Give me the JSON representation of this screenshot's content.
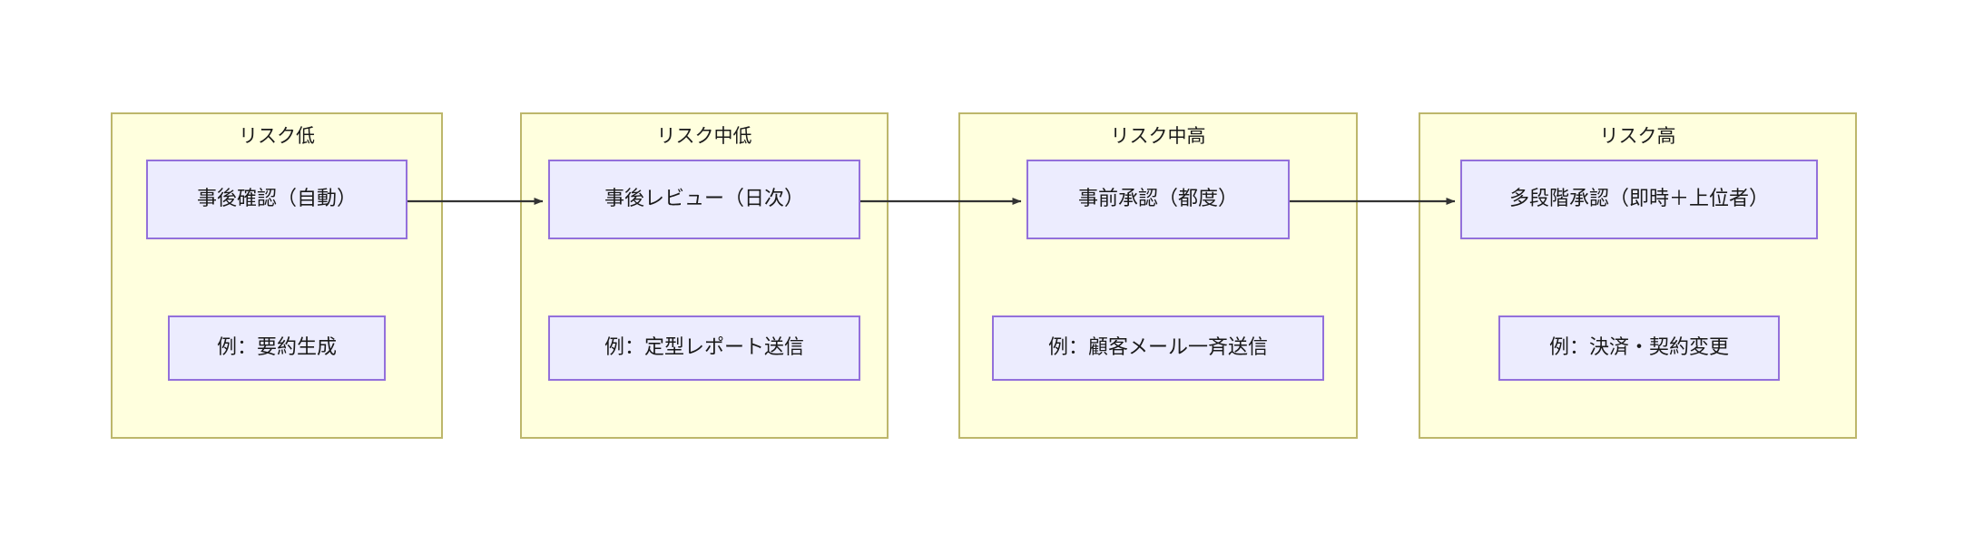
{
  "diagram": {
    "type": "flowchart",
    "orientation": "left-to-right",
    "background": "#ffffff",
    "colors": {
      "cluster_fill": "#ffffde",
      "cluster_border": "#bdb76b",
      "node_fill": "#ececfe",
      "node_border": "#9370db",
      "edge": "#333333",
      "text": "#1a1a1a"
    },
    "clusters": [
      {
        "id": "cluster-risk-low",
        "title": "リスク低",
        "action_node": "事後確認（自動）",
        "example_node": "例：要約生成"
      },
      {
        "id": "cluster-risk-mid-low",
        "title": "リスク中低",
        "action_node": "事後レビュー（日次）",
        "example_node": "例：定型レポート送信"
      },
      {
        "id": "cluster-risk-mid-high",
        "title": "リスク中高",
        "action_node": "事前承認（都度）",
        "example_node": "例：顧客メール一斉送信"
      },
      {
        "id": "cluster-risk-high",
        "title": "リスク高",
        "action_node": "多段階承認（即時＋上位者）",
        "example_node": "例：決済・契約変更"
      }
    ],
    "edges": [
      {
        "from": "事後確認（自動）",
        "to": "事後レビュー（日次）",
        "label": ""
      },
      {
        "from": "事後レビュー（日次）",
        "to": "事前承認（都度）",
        "label": ""
      },
      {
        "from": "事前承認（都度）",
        "to": "多段階承認（即時＋上位者）",
        "label": ""
      }
    ]
  }
}
